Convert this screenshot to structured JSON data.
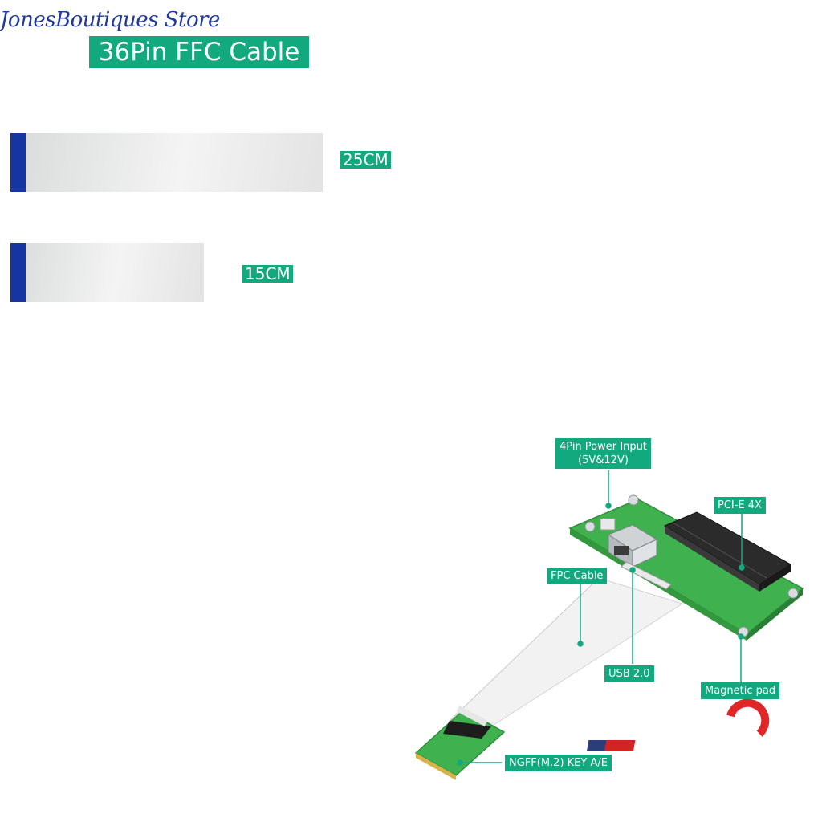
{
  "store_name": "JonesBoutiques Store",
  "title": "36Pin FFC Cable",
  "cables": [
    {
      "length_label": "25CM"
    },
    {
      "length_label": "15CM"
    }
  ],
  "callouts": {
    "power": [
      "4Pin Power Input",
      "(5V&12V)"
    ],
    "pcie": "PCI-E 4X",
    "fpc": "FPC Cable",
    "usb": "USB 2.0",
    "magnetic": "Magnetic pad",
    "ngff": "NGFF(M.2) KEY A/E"
  },
  "colors": {
    "accent_green": "#12a97e",
    "pcb_green": "#3fb14e",
    "connector_blue": "#1535a2",
    "store_text": "#1f3a9a"
  }
}
